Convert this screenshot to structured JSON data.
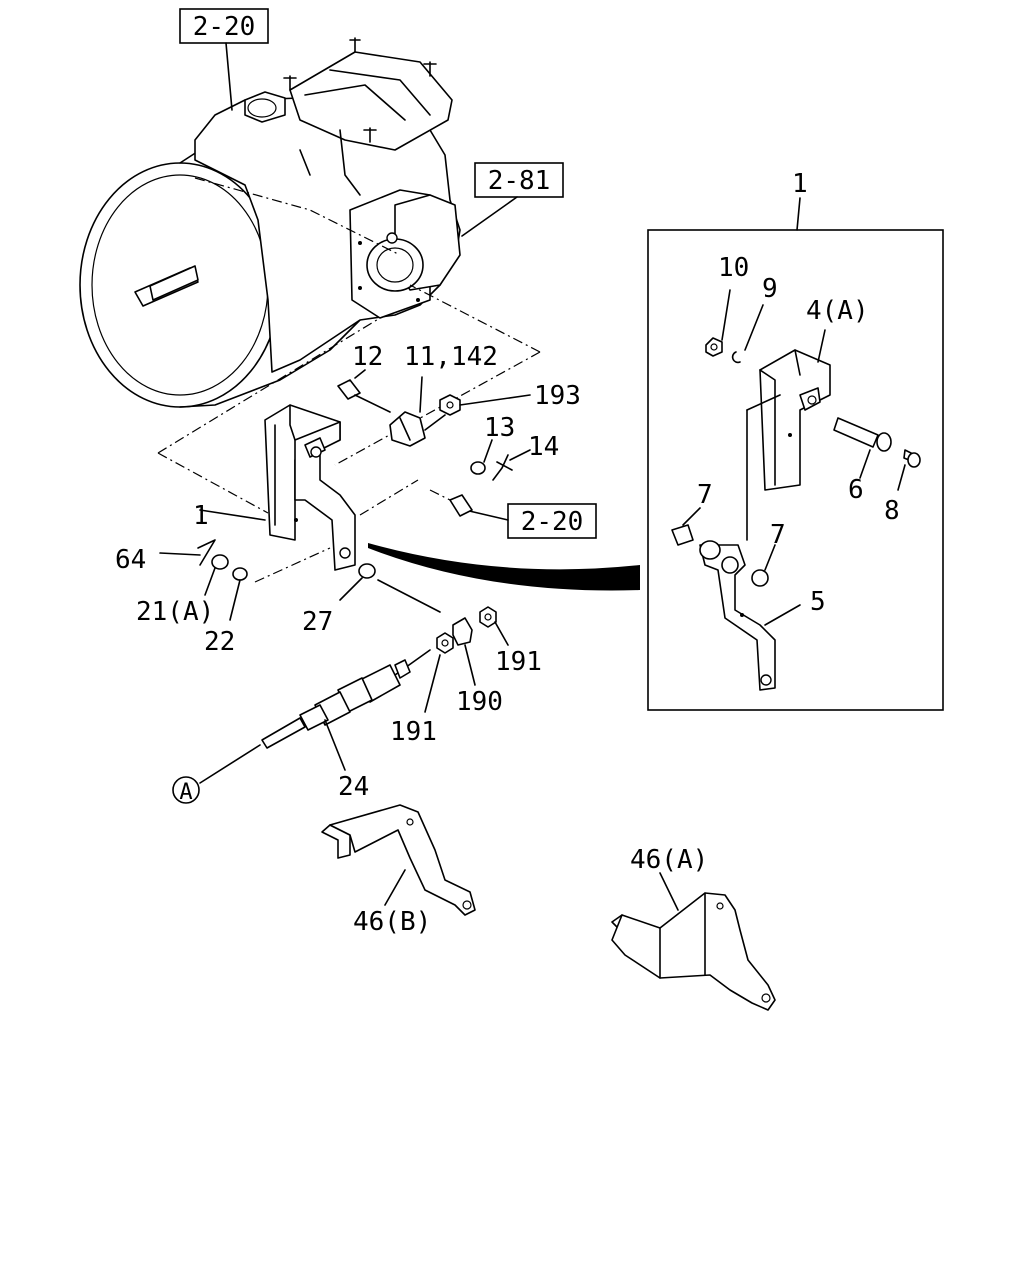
{
  "refs": {
    "top": "2-20",
    "right": "2-81",
    "mid": "2-20"
  },
  "labels": {
    "l_1_main": "1",
    "l_1_inset": "1",
    "l_10": "10",
    "l_9": "9",
    "l_4a": "4(A)",
    "l_6": "6",
    "l_8": "8",
    "l_7a": "7",
    "l_7b": "7",
    "l_5": "5",
    "l_12": "12",
    "l_11_142": "11,142",
    "l_193": "193",
    "l_13": "13",
    "l_14": "14",
    "l_64": "64",
    "l_21a": "21(A)",
    "l_22": "22",
    "l_27": "27",
    "l_191a": "191",
    "l_190": "190",
    "l_191b": "191",
    "l_24": "24",
    "l_46b": "46(B)",
    "l_46a": "46(A)",
    "l_circle_a": "A"
  }
}
